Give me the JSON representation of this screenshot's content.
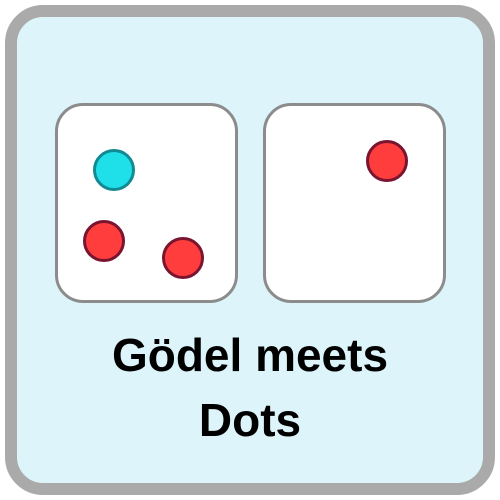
{
  "title": {
    "line1": "Gödel meets",
    "line2": "Dots"
  },
  "panels": [
    {
      "dots": [
        {
          "color": "cyan"
        },
        {
          "color": "red"
        },
        {
          "color": "red"
        }
      ]
    },
    {
      "dots": [
        {
          "color": "red"
        }
      ]
    }
  ],
  "colors": {
    "background": "#ddf5fa",
    "frame": "#aaaaaa",
    "panel_border": "#8c8c8c",
    "dot_red": "#ff3d3d",
    "dot_cyan": "#1fe0e8"
  }
}
